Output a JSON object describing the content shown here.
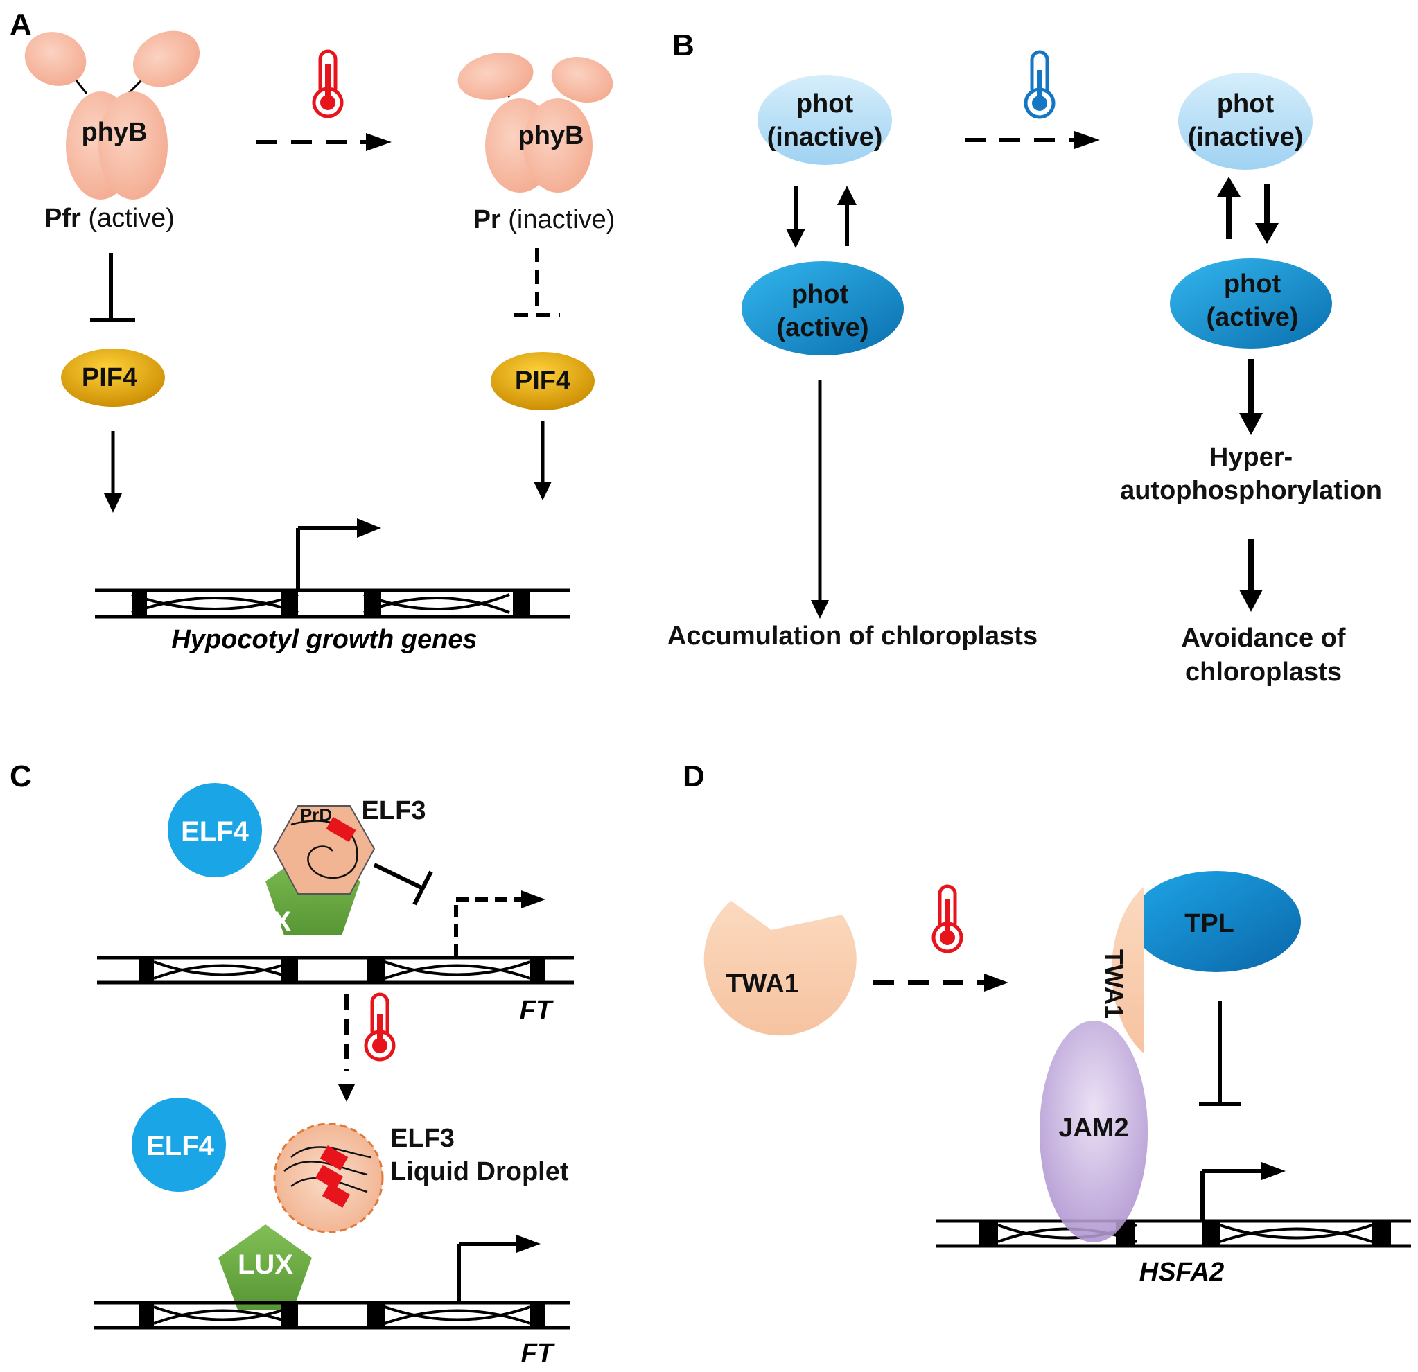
{
  "panel_labels": [
    "A",
    "B",
    "C",
    "D"
  ],
  "panel_a": {
    "left_protein": "phyB",
    "left_state_bold": "Pfr",
    "left_state_rest": " (active)",
    "right_protein": "phyB",
    "right_state_bold": "Pr",
    "right_state_rest": " (inactive)",
    "left_factor": "PIF4",
    "right_factor": "PIF4",
    "gene_label": "Hypocotyl growth genes",
    "temperature_icon": "thermometer-hot-icon"
  },
  "panel_b": {
    "left_inactive": [
      "phot",
      "(inactive)"
    ],
    "left_active": [
      "phot",
      "(active)"
    ],
    "right_inactive": [
      "phot",
      "(inactive)"
    ],
    "right_active": [
      "phot",
      "(active)"
    ],
    "left_outcome": "Accumulation of chloroplasts",
    "right_intermediate": [
      "Hyper-",
      "autophosphorylation"
    ],
    "right_outcome": [
      "Avoidance of",
      "chloroplasts"
    ],
    "temperature_icon": "thermometer-cold-icon"
  },
  "panel_c": {
    "elf4_top": "ELF4",
    "prd_label": "PrD",
    "elf3_top": "ELF3",
    "lux_top": "LUX",
    "gene_top": "FT",
    "elf4_bottom": "ELF4",
    "droplet_label": [
      "ELF3",
      "Liquid Droplet"
    ],
    "lux_bottom": "LUX",
    "gene_bottom": "FT",
    "temperature_icon": "thermometer-hot-icon"
  },
  "panel_d": {
    "twa1_left": "TWA1",
    "twa1_right": "TWA1",
    "tpl": "TPL",
    "jam2": "JAM2",
    "gene_label": "HSFA2",
    "temperature_icon": "thermometer-hot-icon"
  },
  "colors": {
    "phyB": "#f6b9a2",
    "pif4": "#e8a90c",
    "phot_inactive": "#bfe2f7",
    "phot_active": "#1592d0",
    "elf4": "#1aa6e6",
    "elf3": "#f2b594",
    "lux": "#6aa843",
    "twa1": "#f8cfae",
    "tpl": "#1188c8",
    "jam2": "#c8b4de",
    "hot": "#e8141c",
    "cold": "#1577c4",
    "dna": "#000000"
  }
}
